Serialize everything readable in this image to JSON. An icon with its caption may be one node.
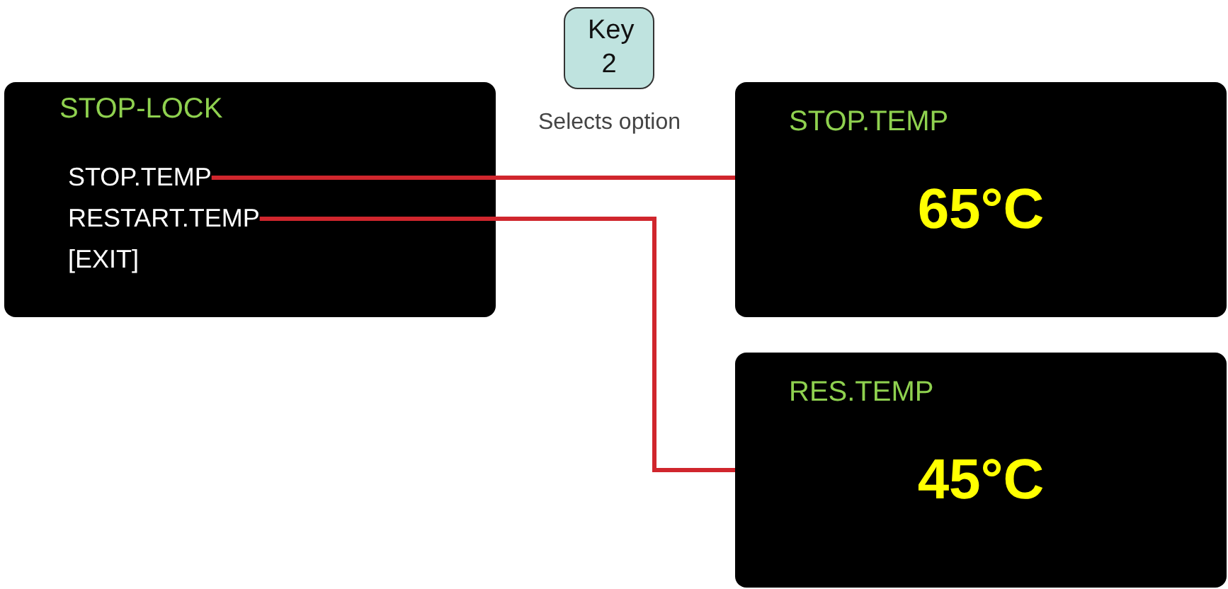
{
  "diagram": {
    "nodes": [
      {
        "text": [
          "STOP-LOCK"
        ]
      },
      {
        "text": [
          "STOP.TEMP"
        ],
        "in": 0
      },
      {
        "text": [
          "RESTART.TEMP"
        ],
        "in": 0
      },
      {
        "text": [
          "[EXIT]"
        ],
        "in": 0
      },
      {
        "text": [
          "Key 2"
        ],
        "beside": [
          "Selects option"
        ]
      },
      {
        "text": [
          "STOP.TEMP",
          "65°C"
        ]
      },
      {
        "text": [
          "RES.TEMP",
          "45°C"
        ]
      }
    ],
    "edges": [
      {
        "from": 1,
        "to": 5,
        "arrow": "none"
      },
      {
        "from": 2,
        "to": 6,
        "arrow": "none"
      }
    ]
  }
}
